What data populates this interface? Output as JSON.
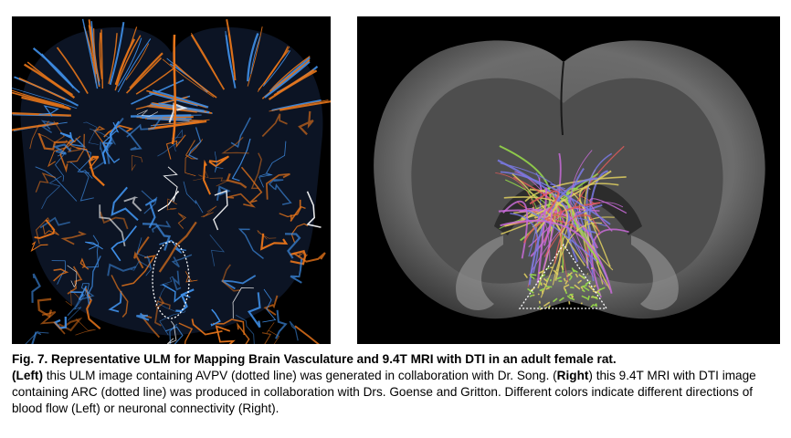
{
  "figure": {
    "left_panel": {
      "image": "ulm-brain-vasculature",
      "colors": {
        "flow_a": "#e8751a",
        "flow_b": "#3f8fe8",
        "highlight": "#ffffff"
      }
    },
    "right_panel": {
      "image": "mri-dti-brain",
      "colors": {
        "tissue": "#6e6e6e",
        "fibers": [
          "#e0d060",
          "#9adf4a",
          "#c86bd8",
          "#e05a5a",
          "#7a7ae6"
        ]
      }
    }
  },
  "caption": {
    "line1": "Fig. 7. Representative ULM for Mapping Brain Vasculature and 9.4T MRI with DTI in an adult female rat.",
    "left_bold": "(Left)",
    "part_a": " this ULM image containing AVPV (dotted line) was generated in collaboration with Dr. Song. (",
    "right_bold": "Right",
    "part_b": ") this 9.4T MRI with DTI image containing ARC (dotted line) was produced in collaboration with Drs. Goense and Gritton.  Different colors indicate different directions of blood flow (Left) or neuronal connectivity (Right)."
  }
}
